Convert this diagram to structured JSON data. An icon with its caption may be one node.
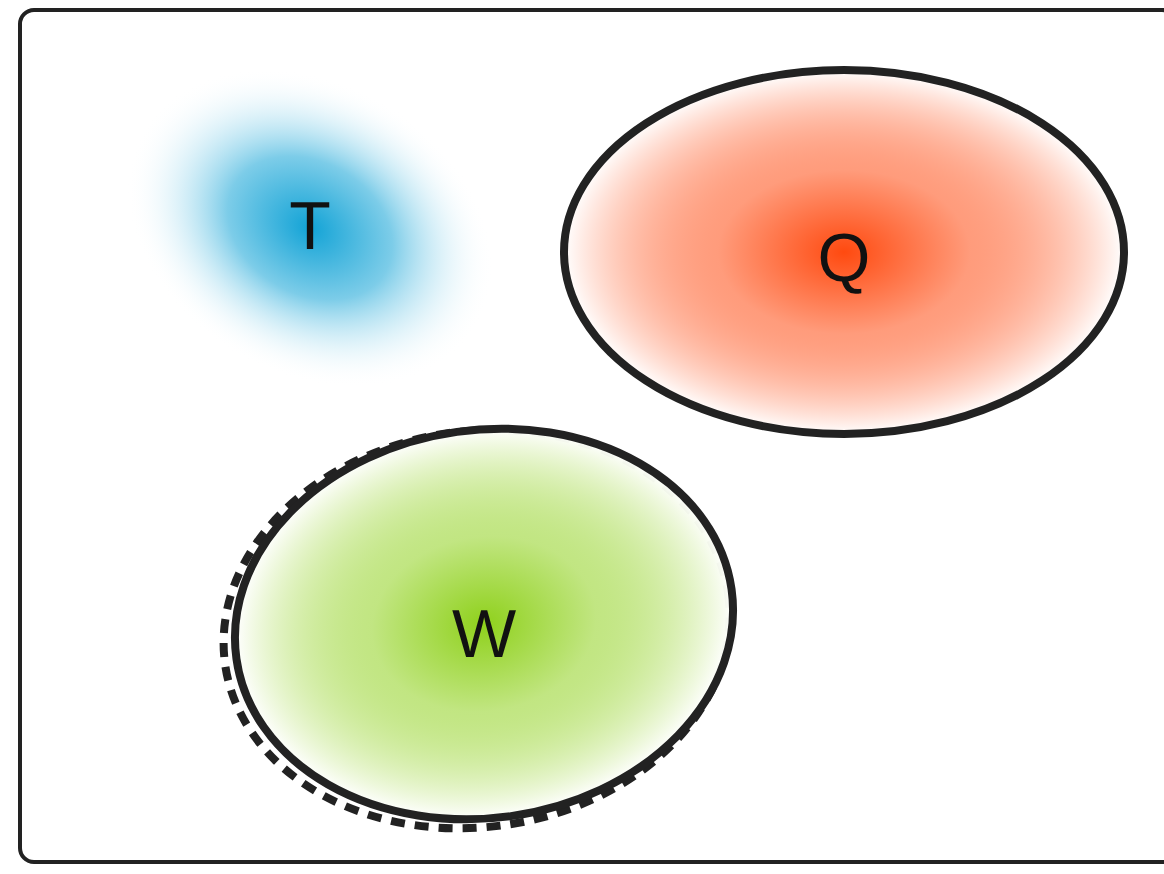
{
  "diagram": {
    "nodes": [
      {
        "text": [
          "T"
        ]
      },
      {
        "text": [
          "Q"
        ]
      },
      {
        "text": [
          "W"
        ]
      }
    ]
  }
}
